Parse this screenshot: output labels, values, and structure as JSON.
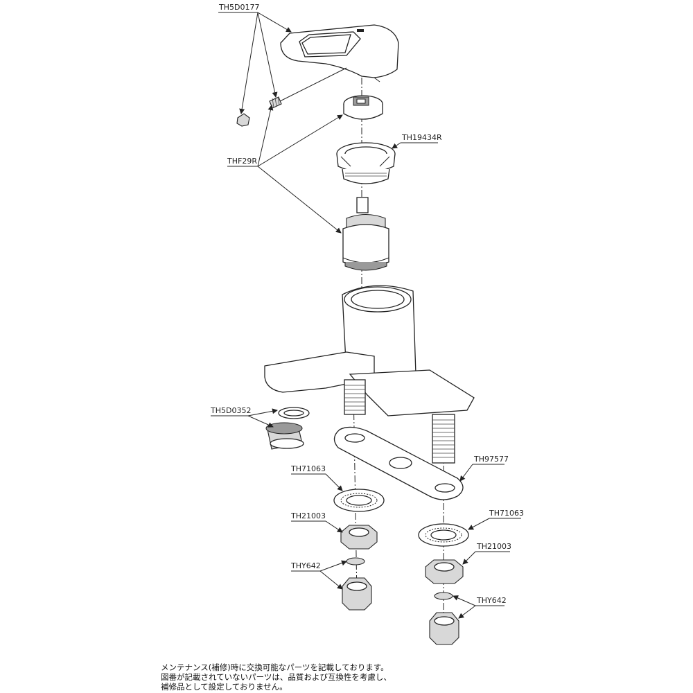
{
  "labels": {
    "lever_handle": "TH5D0177",
    "cap_nut": "TH19434R",
    "cartridge_set": "THF29R",
    "aerator": "TH5D0352",
    "base_plate": "TH97577",
    "washer_left": "TH71063",
    "washer_right": "TH71063",
    "nut_left": "TH21003",
    "nut_right": "TH21003",
    "connector_left": "THY642",
    "connector_right": "THY642"
  },
  "note": {
    "line1": "メンテナンス(補修)時に交換可能なパーツを記載しております。",
    "line2": "図番が記載されていないパーツは、品質および互換性を考慮し、",
    "line3": "補修品として設定しておりません。"
  }
}
